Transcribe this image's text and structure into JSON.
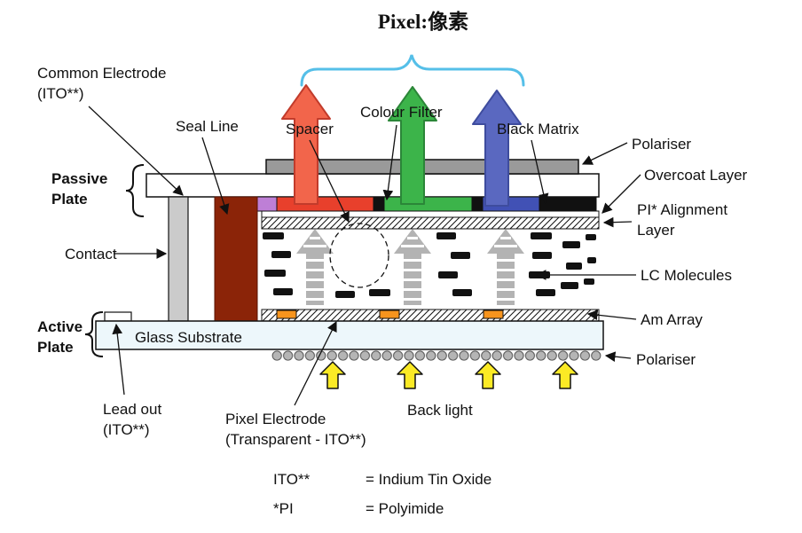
{
  "title": "Pixel:像素",
  "diagram": {
    "labels": {
      "common_electrode": {
        "line1": "Common Electrode",
        "line2": "(ITO**)"
      },
      "seal_line": "Seal Line",
      "spacer": "Spacer",
      "colour_filter": "Colour Filter",
      "black_matrix": "Black Matrix",
      "polariser_top": "Polariser",
      "overcoat_layer": "Overcoat Layer",
      "pi_alignment_layer": {
        "line1": "PI* Alignment",
        "line2": "Layer"
      },
      "lc_molecules": "LC Molecules",
      "am_array": "Am Array",
      "polariser_bottom": "Polariser",
      "passive_plate": {
        "line1": "Passive",
        "line2": "Plate"
      },
      "contact": "Contact",
      "active_plate": {
        "line1": "Active",
        "line2": "Plate"
      },
      "glass_substrate": "Glass Substrate",
      "lead_out": {
        "line1": "Lead out",
        "line2": "(ITO**)"
      },
      "pixel_electrode": {
        "line1": "Pixel Electrode",
        "line2": "(Transparent - ITO**)"
      },
      "back_light": "Back light"
    },
    "legend": {
      "ito_term": "ITO**",
      "ito_def": "= Indium Tin Oxide",
      "pi_term": "*PI",
      "pi_def": "= Polyimide"
    },
    "colors": {
      "title_cyan": "#2BA9DC",
      "brace_cyan": "#55BFE8",
      "arrow_red": "#F2654B",
      "arrow_red_border": "#C23B2B",
      "arrow_green": "#3CB44A",
      "arrow_green_border": "#2B8638",
      "arrow_blue": "#5A68C0",
      "arrow_blue_border": "#3E4C9E",
      "cf_red": "#E8402C",
      "cf_green": "#3CB44A",
      "cf_blue": "#4151B5",
      "cf_purple": "#BE7FD6",
      "seal_brown": "#8B2408",
      "contact_gray": "#CBCBCB",
      "polariser_gray": "#9A9A9A",
      "am_orange": "#F7941D",
      "backlight_yellow": "#FBEA25",
      "lc_arrow_gray": "#B3B3B3",
      "dot_gray": "#B5B5B5",
      "substrate_tint": "#EDF7FB"
    }
  }
}
